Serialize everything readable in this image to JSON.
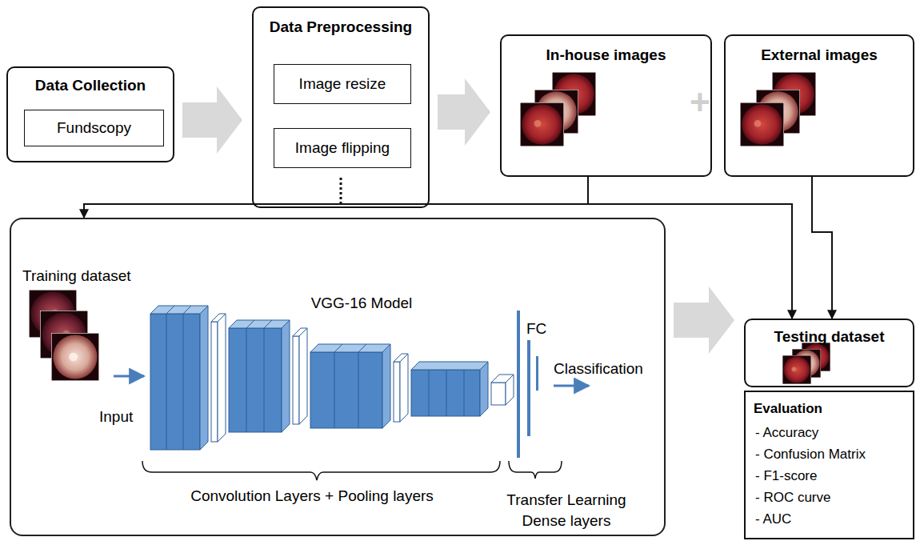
{
  "diagram": {
    "nodes": [
      {
        "text": [
          "Data Collection"
        ]
      },
      {
        "text": [
          "Fundscopy"
        ],
        "in": 0
      },
      {
        "text": [
          "Data Preprocessing"
        ]
      },
      {
        "text": [
          "Image resize"
        ],
        "in": 2
      },
      {
        "text": [
          "Image flipping"
        ],
        "in": 2
      },
      {
        "text": [
          "In-house images"
        ]
      },
      {
        "text": [
          "External images"
        ]
      },
      {
        "text": [
          "Training dataset",
          "VGG-16 Model",
          "Input",
          "FC",
          "Classification",
          "Convolution Layers + Pooling layers",
          "Transfer Learning Dense layers"
        ]
      },
      {
        "text": [
          "Testing dataset"
        ]
      },
      {
        "text": [
          "Evaluation",
          "- Accuracy",
          "- Confusion Matrix",
          "- F1-score",
          "- ROC curve",
          "- AUC"
        ]
      }
    ],
    "edges": [
      {
        "from": 0,
        "to": 2,
        "arrow": "to"
      },
      {
        "from": 2,
        "to": 5,
        "arrow": "to"
      },
      {
        "from": 5,
        "to": 7,
        "arrow": "to"
      },
      {
        "from": 5,
        "to": 8,
        "arrow": "to"
      },
      {
        "from": 6,
        "to": 8,
        "arrow": "to"
      },
      {
        "from": 7,
        "to": 8,
        "arrow": "to"
      }
    ],
    "labels": [
      "+"
    ]
  }
}
